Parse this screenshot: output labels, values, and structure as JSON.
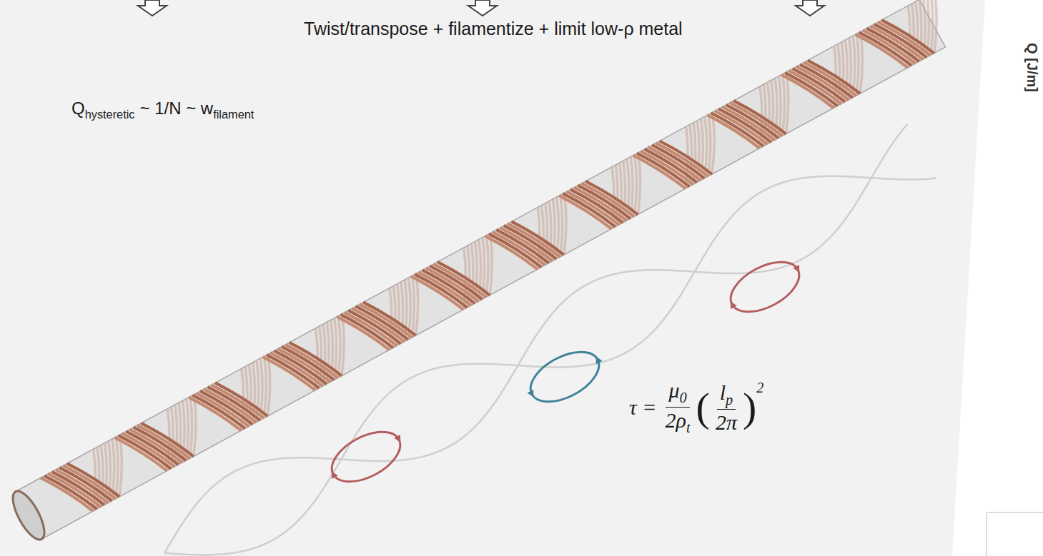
{
  "diagram": {
    "labels": [
      "Twist/transpose + filamentize + limit low-ρ metal",
      "Q",
      "hysteretic",
      "~ 1/N ~ w",
      "filament",
      "τ =",
      "μ",
      "0",
      "2ρ",
      "t",
      "(",
      "l",
      "p",
      "2π",
      ")",
      "2",
      "Q [J/m]"
    ]
  }
}
